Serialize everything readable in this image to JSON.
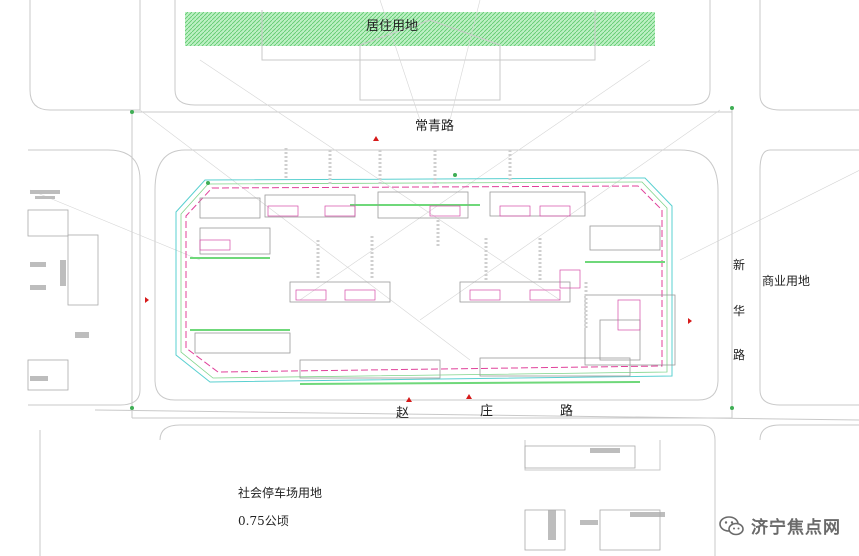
{
  "labels": {
    "residential_land": "居住用地",
    "north_road": "常青路",
    "east_road_chars": [
      "新",
      "华",
      "路"
    ],
    "south_road_chars": [
      "赵",
      "庄",
      "路"
    ],
    "commercial_land": "商业用地",
    "parking_land": "社会停车场用地",
    "parking_area": "0.75公顷"
  },
  "watermark": {
    "text": "济宁焦点网",
    "icon": "wechat-icon"
  },
  "colors": {
    "line": "#c8c8c8",
    "boundary_magenta": "#e0409a",
    "boundary_cyan": "#5ad0d0",
    "green_strip": "#6fd87a",
    "marker_red": "#d61a1a"
  }
}
